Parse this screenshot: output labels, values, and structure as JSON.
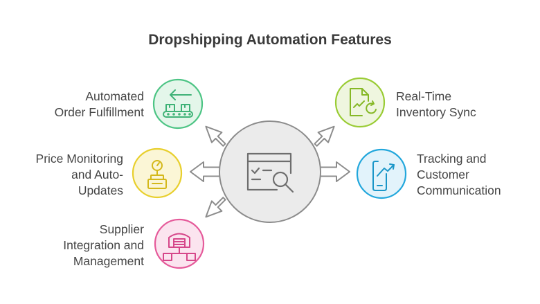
{
  "title": "Dropshipping Automation Features",
  "features": [
    {
      "id": "order",
      "lines": [
        "Automated",
        "Order Fulfillment"
      ],
      "color": "#4cc484",
      "fill": "#e5f7ec",
      "icon": "conveyor-belt-icon"
    },
    {
      "id": "price",
      "lines": [
        "Price Monitoring",
        "and Auto-",
        "Updates"
      ],
      "color": "#e8cf2c",
      "fill": "#fbf7d9",
      "icon": "gauge-icon"
    },
    {
      "id": "supplier",
      "lines": [
        "Supplier",
        "Integration and",
        "Management"
      ],
      "color": "#e55a9a",
      "fill": "#fbe5ef",
      "icon": "warehouse-network-icon"
    },
    {
      "id": "inventory",
      "lines": [
        "Real-Time",
        "Inventory Sync"
      ],
      "color": "#9acc35",
      "fill": "#eff7df",
      "icon": "document-sync-icon"
    },
    {
      "id": "tracking",
      "lines": [
        "Tracking and",
        "Customer",
        "Communication"
      ],
      "color": "#22a7dc",
      "fill": "#e2f3fb",
      "icon": "phone-trend-icon"
    }
  ],
  "hub": {
    "icon": "browser-search-icon",
    "color": "#6e6e6e",
    "fill": "#ececec"
  }
}
